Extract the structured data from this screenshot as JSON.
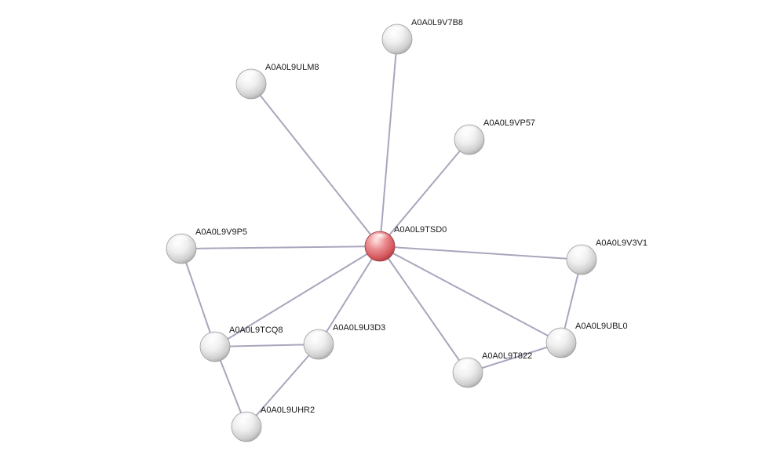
{
  "network": {
    "colors": {
      "query_node": "#e0666b",
      "neighbor_node": "#e6e6e6",
      "edge": "#a9a6bd"
    },
    "nodes": [
      {
        "id": "A0A0L9TSD0",
        "label": "A0A0L9TSD0",
        "query": true
      },
      {
        "id": "A0A0L9V7B8",
        "label": "A0A0L9V7B8",
        "query": false
      },
      {
        "id": "A0A0L9ULM8",
        "label": "A0A0L9ULM8",
        "query": false
      },
      {
        "id": "A0A0L9VP57",
        "label": "A0A0L9VP57",
        "query": false
      },
      {
        "id": "A0A0L9V9P5",
        "label": "A0A0L9V9P5",
        "query": false
      },
      {
        "id": "A0A0L9V3V1",
        "label": "A0A0L9V3V1",
        "query": false
      },
      {
        "id": "A0A0L9TCQ8",
        "label": "A0A0L9TCQ8",
        "query": false
      },
      {
        "id": "A0A0L9U3D3",
        "label": "A0A0L9U3D3",
        "query": false
      },
      {
        "id": "A0A0L9UBL0",
        "label": "A0A0L9UBL0",
        "query": false
      },
      {
        "id": "A0A0L9T822",
        "label": "A0A0L9T822",
        "query": false
      },
      {
        "id": "A0A0L9UHR2",
        "label": "A0A0L9UHR2",
        "query": false
      }
    ],
    "edges": [
      {
        "source": "A0A0L9TSD0",
        "target": "A0A0L9V7B8"
      },
      {
        "source": "A0A0L9TSD0",
        "target": "A0A0L9ULM8"
      },
      {
        "source": "A0A0L9TSD0",
        "target": "A0A0L9VP57"
      },
      {
        "source": "A0A0L9TSD0",
        "target": "A0A0L9V9P5"
      },
      {
        "source": "A0A0L9TSD0",
        "target": "A0A0L9V3V1"
      },
      {
        "source": "A0A0L9TSD0",
        "target": "A0A0L9TCQ8"
      },
      {
        "source": "A0A0L9TSD0",
        "target": "A0A0L9U3D3"
      },
      {
        "source": "A0A0L9TSD0",
        "target": "A0A0L9UBL0"
      },
      {
        "source": "A0A0L9TSD0",
        "target": "A0A0L9T822"
      },
      {
        "source": "A0A0L9V9P5",
        "target": "A0A0L9TCQ8"
      },
      {
        "source": "A0A0L9TCQ8",
        "target": "A0A0L9U3D3"
      },
      {
        "source": "A0A0L9TCQ8",
        "target": "A0A0L9UHR2"
      },
      {
        "source": "A0A0L9U3D3",
        "target": "A0A0L9UHR2"
      },
      {
        "source": "A0A0L9V3V1",
        "target": "A0A0L9UBL0"
      },
      {
        "source": "A0A0L9UBL0",
        "target": "A0A0L9T822"
      }
    ]
  }
}
